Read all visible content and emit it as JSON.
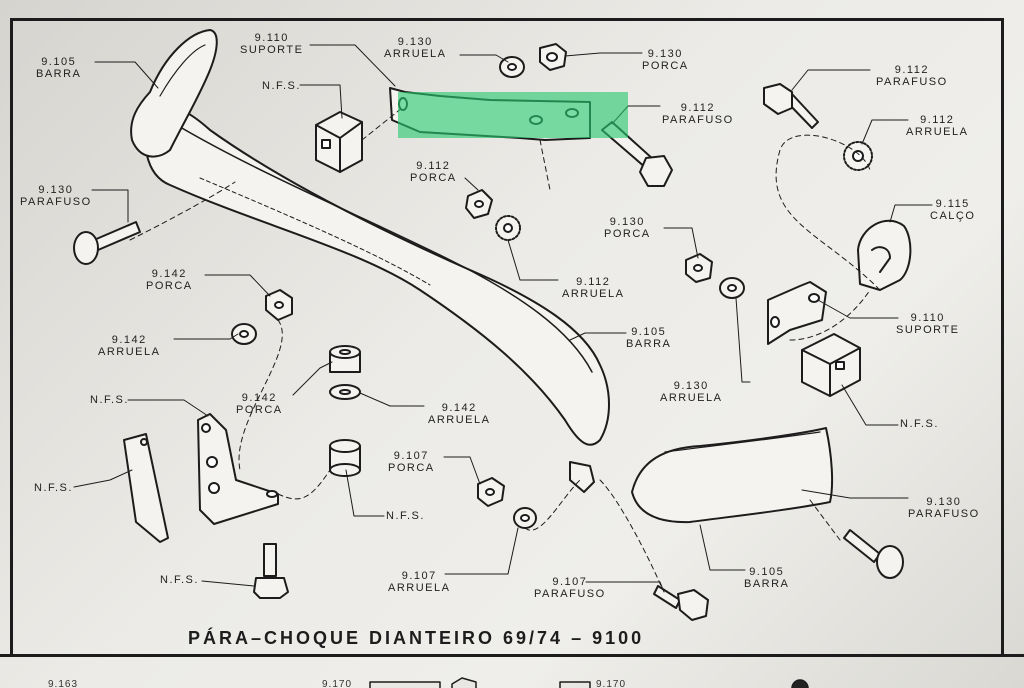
{
  "title": "PÁRA–CHOQUE DIANTEIRO 69/74 – 9100",
  "highlight_color": "#28c86e",
  "labels": [
    {
      "id": "l1",
      "num": "9.105",
      "name": "BARRA"
    },
    {
      "id": "l2",
      "num": "9.110",
      "name": "SUPORTE"
    },
    {
      "id": "l3",
      "num": "N.F.S.",
      "name": ""
    },
    {
      "id": "l4",
      "num": "9.130",
      "name": "ARRUELA"
    },
    {
      "id": "l5",
      "num": "9.130",
      "name": "PORCA"
    },
    {
      "id": "l6",
      "num": "9.112",
      "name": "PARAFUSO"
    },
    {
      "id": "l7",
      "num": "9.112",
      "name": "PARAFUSO"
    },
    {
      "id": "l8",
      "num": "9.112",
      "name": "ARRUELA"
    },
    {
      "id": "l9",
      "num": "9.130",
      "name": "PARAFUSO"
    },
    {
      "id": "l10",
      "num": "9.112",
      "name": "PORCA"
    },
    {
      "id": "l11",
      "num": "9.112",
      "name": "ARRUELA"
    },
    {
      "id": "l12",
      "num": "9.130",
      "name": "PORCA"
    },
    {
      "id": "l13",
      "num": "9.115",
      "name": "CALÇO"
    },
    {
      "id": "l14",
      "num": "9.110",
      "name": "SUPORTE"
    },
    {
      "id": "l15",
      "num": "9.142",
      "name": "PORCA"
    },
    {
      "id": "l16",
      "num": "9.142",
      "name": "ARRUELA"
    },
    {
      "id": "l17",
      "num": "9.105",
      "name": "BARRA"
    },
    {
      "id": "l18",
      "num": "9.130",
      "name": "ARRUELA"
    },
    {
      "id": "l19",
      "num": "N.F.S.",
      "name": ""
    },
    {
      "id": "l20",
      "num": "9.142",
      "name": "PORCA"
    },
    {
      "id": "l21",
      "num": "9.142",
      "name": "ARRUELA"
    },
    {
      "id": "l22",
      "num": "N.F.S.",
      "name": ""
    },
    {
      "id": "l23",
      "num": "9.107",
      "name": "PORCA"
    },
    {
      "id": "l24",
      "num": "N.F.S.",
      "name": ""
    },
    {
      "id": "l25",
      "num": "N.F.S.",
      "name": ""
    },
    {
      "id": "l26",
      "num": "9.130",
      "name": "PARAFUSO"
    },
    {
      "id": "l27",
      "num": "N.F.S.",
      "name": ""
    },
    {
      "id": "l28",
      "num": "9.107",
      "name": "ARRUELA"
    },
    {
      "id": "l29",
      "num": "9.107",
      "name": "PARAFUSO"
    },
    {
      "id": "l30",
      "num": "9.105",
      "name": "BARRA"
    }
  ],
  "next_page_fragments": [
    "9.163",
    "9.170",
    "9.170"
  ]
}
